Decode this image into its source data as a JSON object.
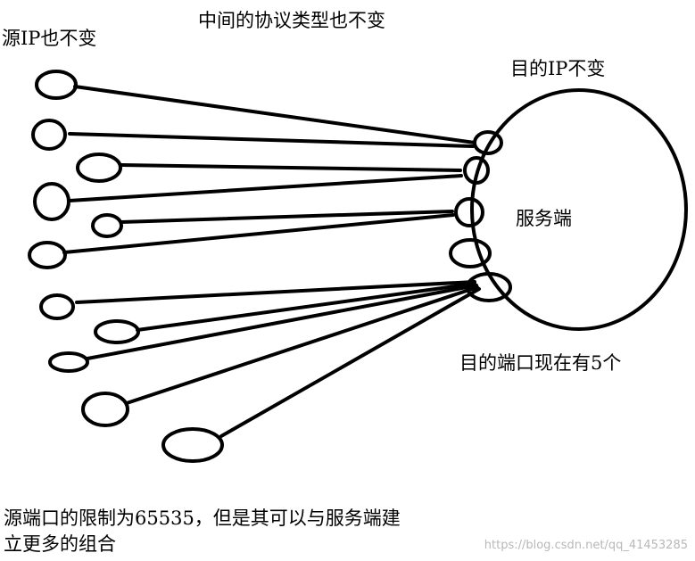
{
  "labels": {
    "source_ip": "源IP也不变",
    "protocol": "中间的协议类型也不变",
    "dest_ip": "目的IP不变",
    "server": "服务端",
    "dest_ports": "目的端口现在有5个",
    "note_line1": "源端口的限制为65535，但是其可以与服务端建",
    "note_line2": "立更多的组合"
  },
  "watermark": "https://blog.csdn.net/qq_41453285",
  "colors": {
    "ink": "#000000",
    "watermark": "#b8b8b8"
  },
  "diagram": {
    "source_port_count": 11,
    "dest_port_count": 5
  }
}
